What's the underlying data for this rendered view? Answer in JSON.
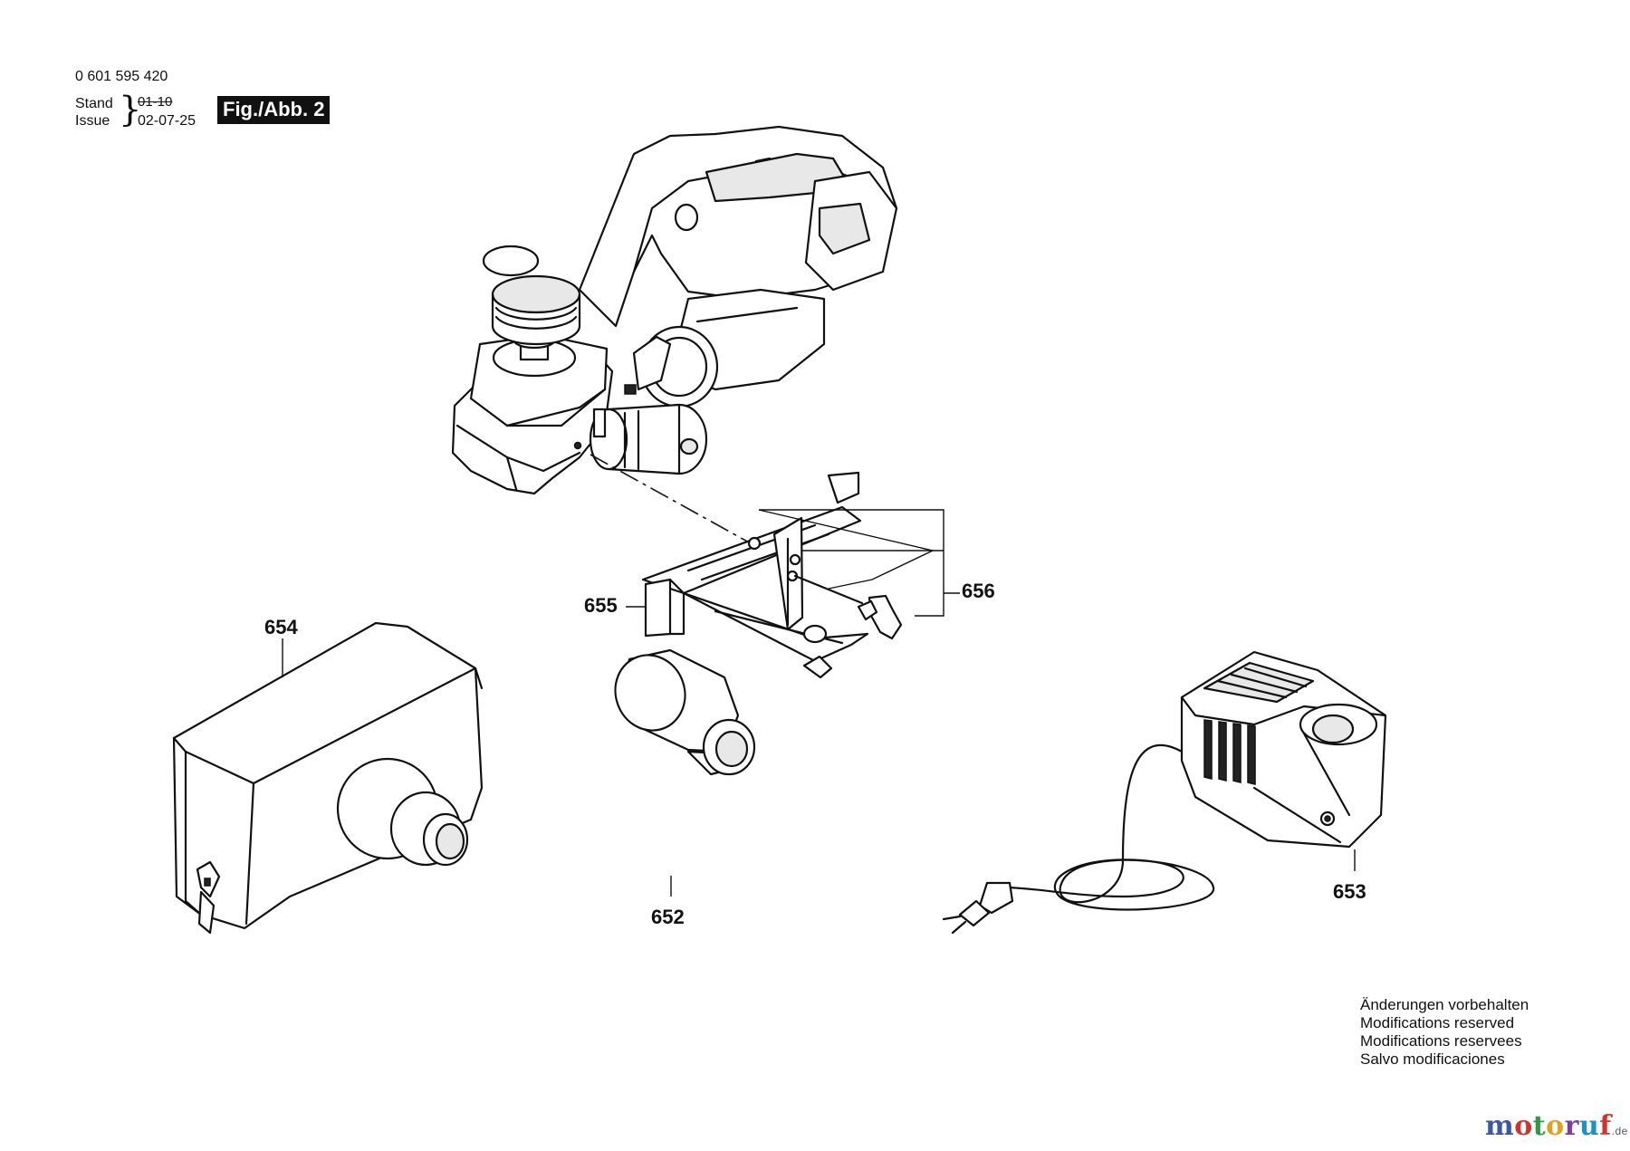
{
  "header": {
    "document_number": "0 601 595 420",
    "stand_label": "Stand",
    "issue_label": "Issue",
    "old_date": "01-10",
    "issue_date": "02-07-25",
    "figure_label": "Fig./Abb. 2"
  },
  "parts": {
    "p652": "652",
    "p653": "653",
    "p654": "654",
    "p655": "655",
    "p656": "656"
  },
  "notes": [
    "Änderungen vorbehalten",
    "Modifications reserved",
    "Modifications reservees",
    "Salvo modificaciones"
  ],
  "brand": {
    "name": "motoruf",
    "tld": ".de",
    "colors": [
      "#3a57a8",
      "#d4332b",
      "#2e9a45",
      "#e0a21a",
      "#7a3fa0",
      "#1f8fc7",
      "#d4332b"
    ]
  }
}
